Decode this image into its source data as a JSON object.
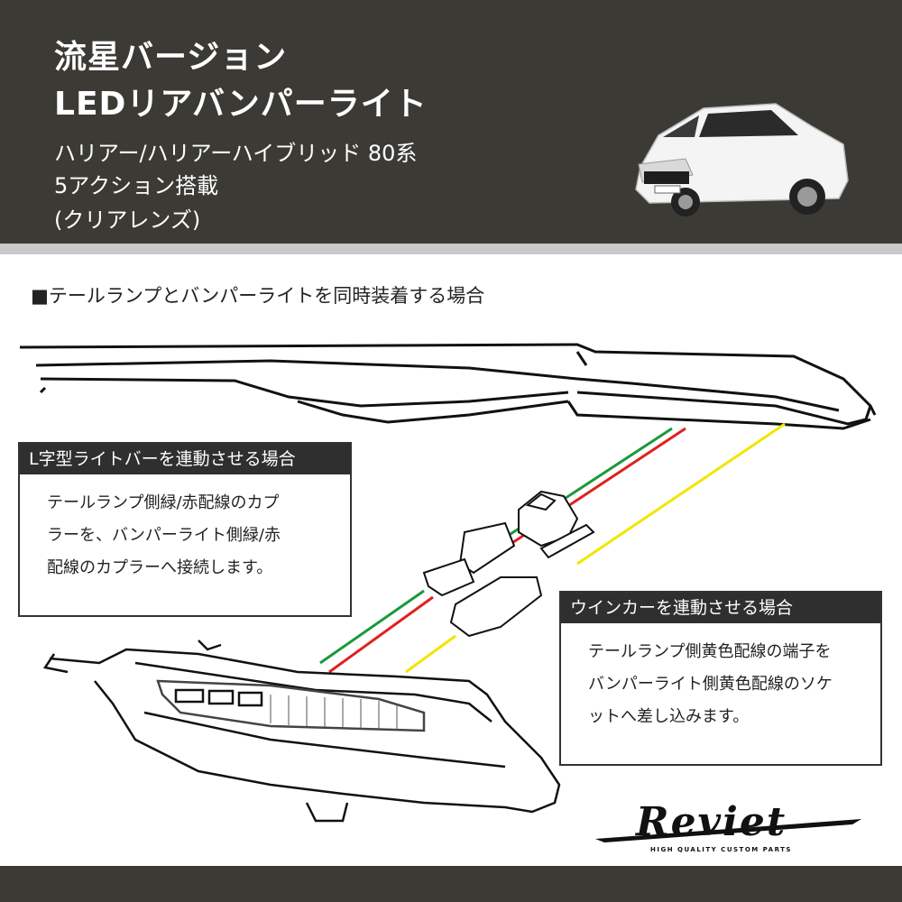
{
  "header": {
    "title_line1": "流星バージョン",
    "title_line2": "LEDリアバンパーライト",
    "subtitle_line1": "ハリアー/ハリアーハイブリッド 80系",
    "subtitle_line2": "5アクション搭載",
    "subtitle_line3": "(クリアレンズ)"
  },
  "section": {
    "heading": "■テールランプとバンパーライトを同時装着する場合"
  },
  "box_left": {
    "title": "L字型ライトバーを連動させる場合",
    "lines": [
      "テールランプ側緑/赤配線のカプ",
      "ラーを、バンパーライト側緑/赤",
      "配線のカプラーへ接続します。"
    ]
  },
  "box_right": {
    "title": "ウインカーを連動させる場合",
    "lines": [
      "テールランプ側黄色配線の端子を",
      "バンパーライト側黄色配線のソケ",
      "ットへ差し込みます。"
    ]
  },
  "logo": {
    "text": "Reviet",
    "tagline": "HIGH QUALITY CUSTOM PARTS"
  },
  "colors": {
    "header_bg": "#3b3a35",
    "wire_green": "#1a9a3a",
    "wire_red": "#e02020",
    "wire_yellow": "#f2e600"
  }
}
